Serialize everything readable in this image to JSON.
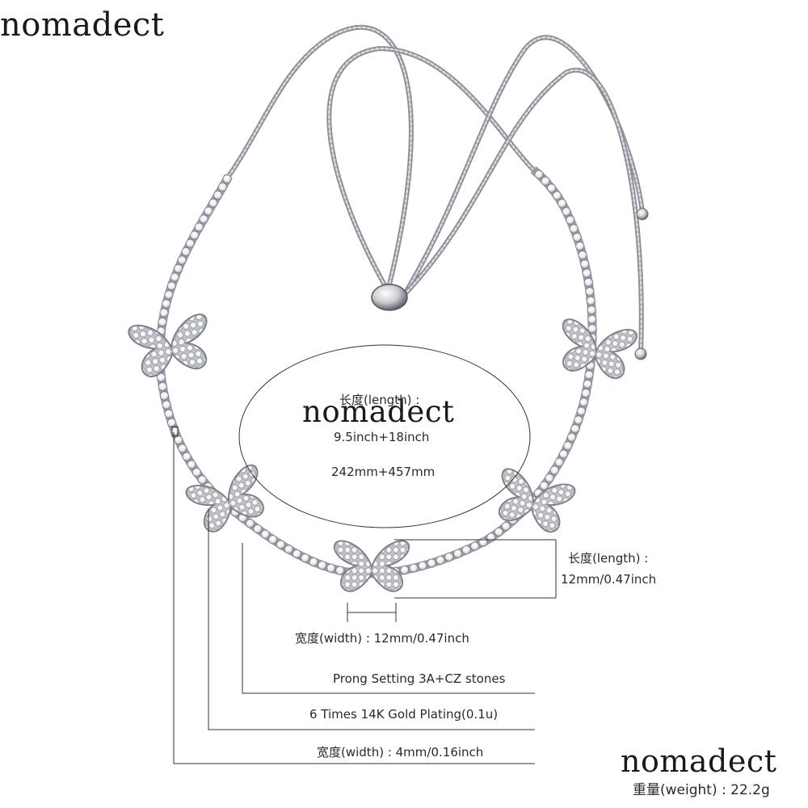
{
  "watermarks": {
    "top_left": "nomadect",
    "center": "nomadect",
    "bottom_right": "nomadect"
  },
  "oval_specs": {
    "length_label": "长度(length) :",
    "length_inch": "9.5inch+18inch",
    "length_mm": "242mm+457mm"
  },
  "butterfly_specs": {
    "length_label": "长度(length) :",
    "length_value": "12mm/0.47inch",
    "width_text": "宽度(width) : 12mm/0.47inch"
  },
  "callouts": {
    "stones": "Prong Setting 3A+CZ stones",
    "plating": "6 Times  14K  Gold  Plating(0.1u)",
    "chain_width": "宽度(width) : 4mm/0.16inch"
  },
  "weight": "重量(weight) :  22.2g",
  "colors": {
    "metal": "#b9bcc2",
    "metal_dark": "#6e7178",
    "stone": "#f4f5f7",
    "line": "#333333"
  }
}
